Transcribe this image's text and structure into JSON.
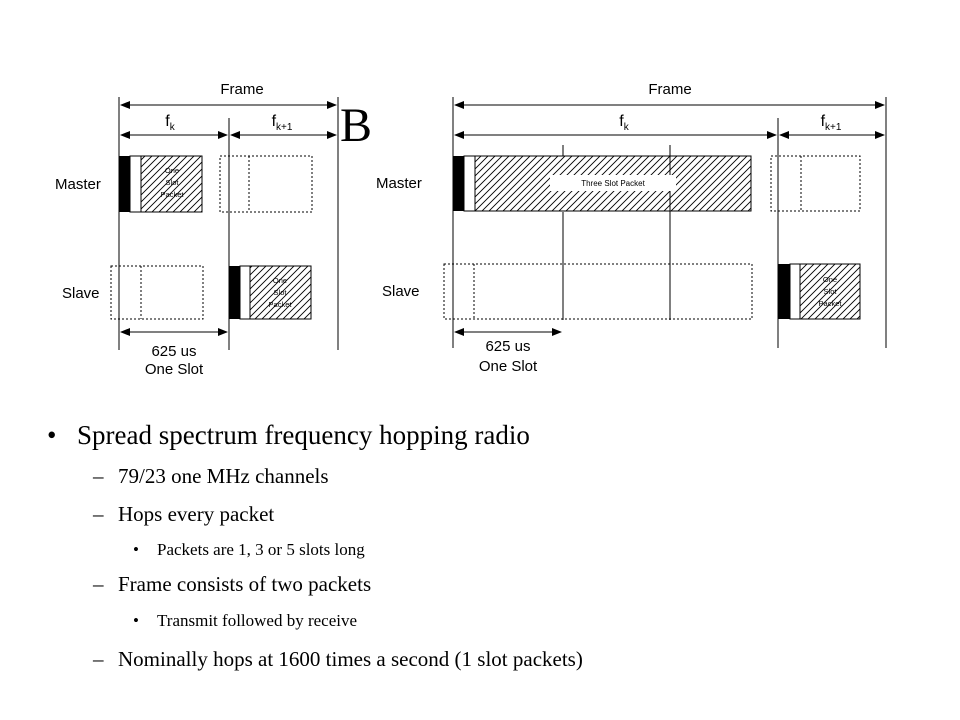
{
  "slide": {
    "partial_title_letter": "B"
  },
  "diagram_left": {
    "frame_label": "Frame",
    "fk_main": "f",
    "fk_sub": "k",
    "fk1_main": "f",
    "fk1_sub": "k+1",
    "master_label": "Master",
    "slave_label": "Slave",
    "master_packet_lines": [
      "One",
      "Slot",
      "Packet"
    ],
    "slave_packet_lines": [
      "One",
      "Slot",
      "Packet"
    ],
    "slot_time": "625 us",
    "slot_caption": "One Slot"
  },
  "diagram_right": {
    "frame_label": "Frame",
    "fk_main": "f",
    "fk_sub": "k",
    "fk1_main": "f",
    "fk1_sub": "k+1",
    "master_label": "Master",
    "slave_label": "Slave",
    "three_slot_packet": "Three Slot Packet",
    "slave_packet_lines": [
      "One",
      "Slot",
      "Packet"
    ],
    "slot_time": "625 us",
    "slot_caption": "One Slot"
  },
  "bullets": [
    {
      "level": 1,
      "marker": "•",
      "text": "Spread spectrum frequency hopping radio"
    },
    {
      "level": 2,
      "marker": "–",
      "text": "79/23 one MHz channels"
    },
    {
      "level": 2,
      "marker": "–",
      "text": "Hops every packet"
    },
    {
      "level": 3,
      "marker": "•",
      "text": "Packets are 1, 3 or 5 slots long"
    },
    {
      "level": 2,
      "marker": "–",
      "text": "Frame consists of two packets"
    },
    {
      "level": 3,
      "marker": "•",
      "text": "Transmit followed by receive"
    },
    {
      "level": 2,
      "marker": "–",
      "text": "Nominally hops at 1600 times a second (1 slot packets)"
    }
  ]
}
